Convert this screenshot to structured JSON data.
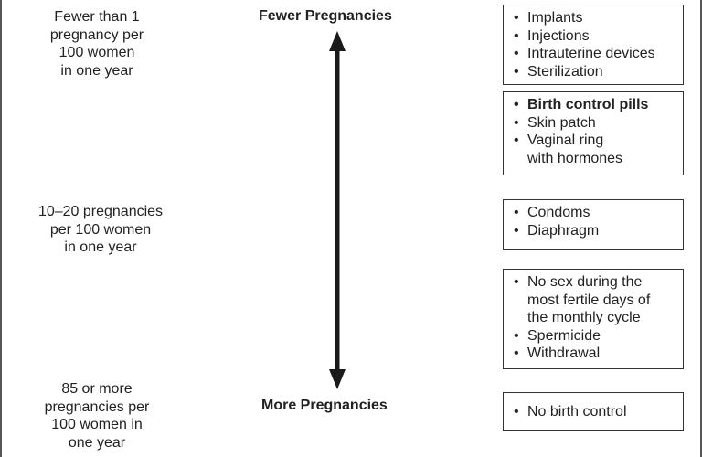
{
  "headings": {
    "top": "Fewer Pregnancies",
    "bottom": "More Pregnancies"
  },
  "rate_labels": [
    {
      "lines": [
        "Fewer than 1",
        "pregnancy per",
        "100 women",
        "in one year"
      ]
    },
    {
      "lines": [
        "10–20 pregnancies",
        "per 100 women",
        "in one year"
      ]
    },
    {
      "lines": [
        "85 or more",
        "pregnancies per",
        "100 women in",
        "one year"
      ]
    }
  ],
  "method_boxes": [
    {
      "items": [
        {
          "lines": [
            "Implants"
          ]
        },
        {
          "lines": [
            "Injections"
          ]
        },
        {
          "lines": [
            "Intrauterine devices"
          ]
        },
        {
          "lines": [
            "Sterilization"
          ]
        }
      ]
    },
    {
      "items": [
        {
          "lines": [
            "Birth control pills"
          ]
        },
        {
          "lines": [
            "Skin patch"
          ]
        },
        {
          "lines": [
            "Vaginal ring",
            "with hormones"
          ]
        }
      ]
    },
    {
      "items": [
        {
          "lines": [
            "Condoms"
          ]
        },
        {
          "lines": [
            "Diaphragm"
          ]
        }
      ]
    },
    {
      "items": [
        {
          "lines": [
            "No sex during the",
            "most fertile days of",
            "the monthly cycle"
          ]
        },
        {
          "lines": [
            "Spermicide"
          ]
        },
        {
          "lines": [
            "Withdrawal"
          ]
        }
      ]
    },
    {
      "items": [
        {
          "lines": [
            "No birth control"
          ]
        }
      ]
    }
  ],
  "colors": {
    "text": "#222222",
    "arrow": "#1a1a1a",
    "box_border": "#333333"
  }
}
